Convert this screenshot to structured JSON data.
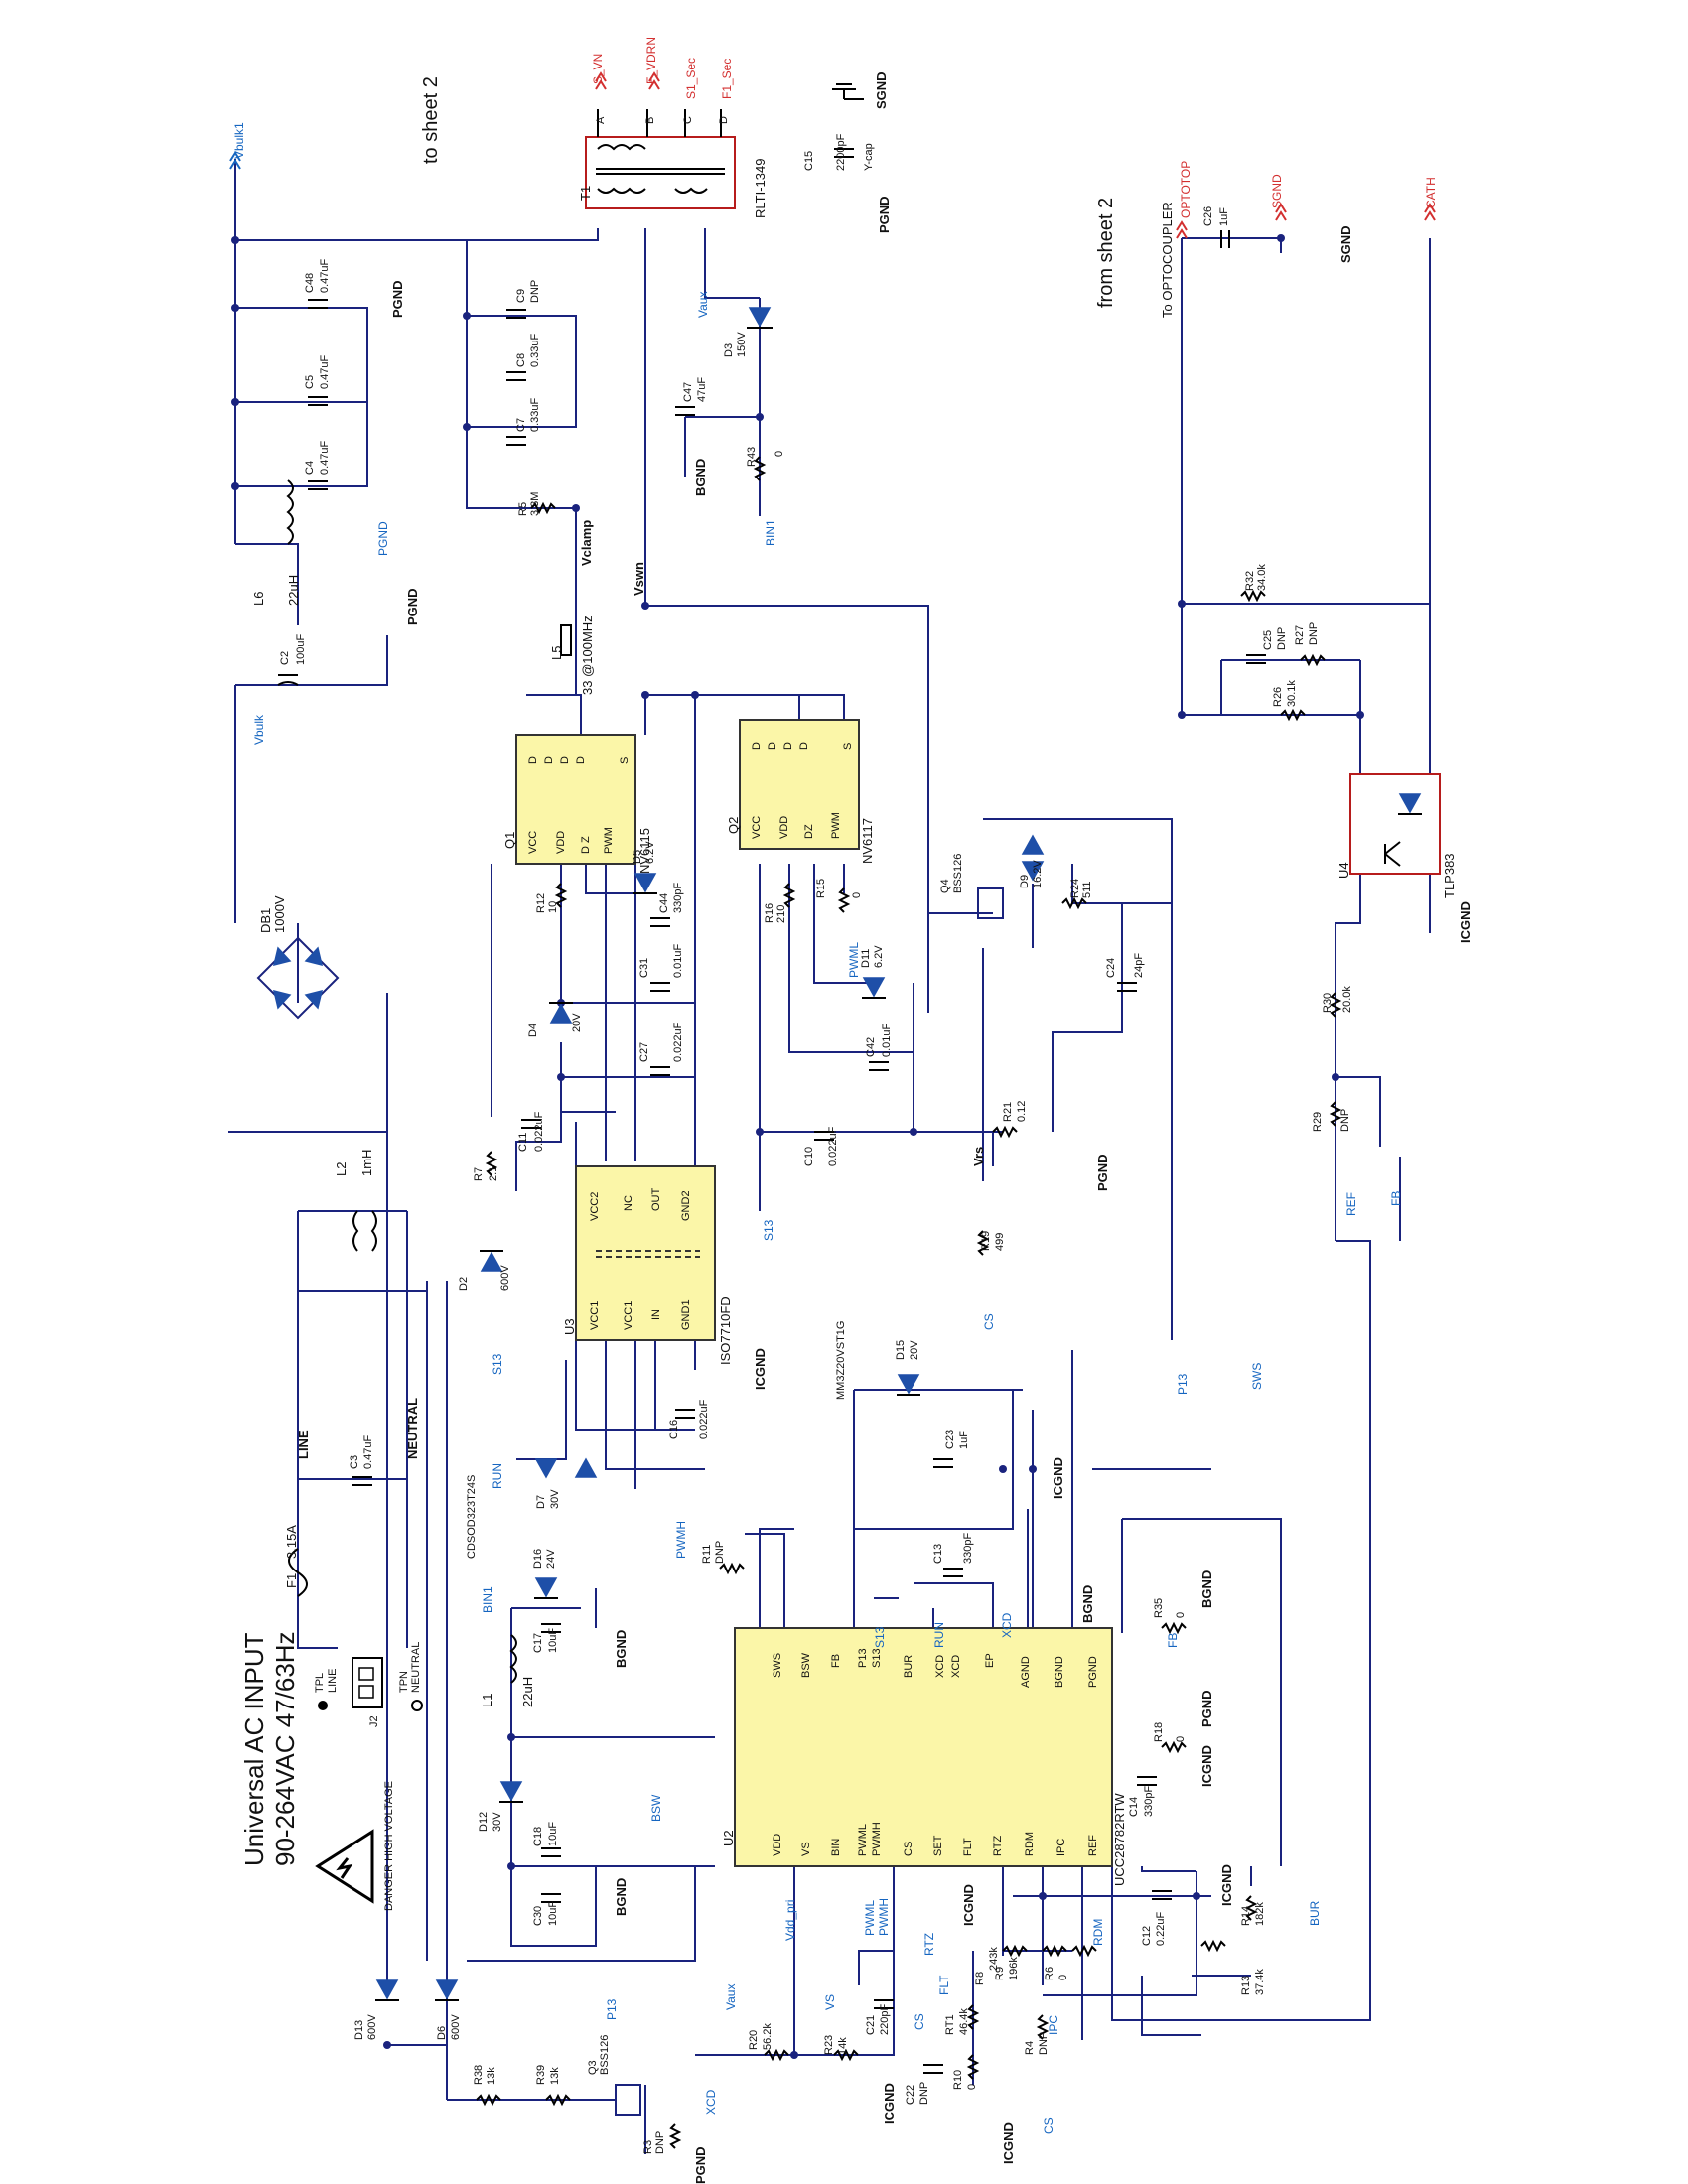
{
  "header": {
    "title": "Universal AC INPUT",
    "subtitle": "90-264VAC 47/63Hz",
    "warning": "DANGER HIGH VOLTAGE",
    "to_sheet": "to sheet 2",
    "from_sheet": "from sheet 2"
  },
  "nets": {
    "s_vn": "S_VN",
    "f_vdrn": "F_VDRN",
    "s1_sec": "S1_Sec",
    "f1_sec": "F1_Sec",
    "sgnd": "SGND",
    "optotop": "OPTOTOP",
    "cath": "CATH",
    "to_optocoupler": "To OPTOCOUPLER",
    "vbulk1": "Vbulk1",
    "vbulk": "Vbulk",
    "pgnd": "PGND",
    "bgnd": "BGND",
    "icgnd": "ICGND",
    "bin1": "BIN1",
    "vaux": "Vaux",
    "vclamp": "Vclamp",
    "vswn": "Vswn",
    "vrs": "Vrs",
    "s13": "S13",
    "cs": "CS",
    "p13": "P13",
    "sws": "SWS",
    "ref": "REF",
    "fb": "FB",
    "run": "RUN",
    "pwmh": "PWMH",
    "pwml": "PWML",
    "bsw": "BSW",
    "xcd": "XCD",
    "rtz": "RTZ",
    "flt": "FLT",
    "rdm": "RDM",
    "ipc": "IPC",
    "bur": "BUR",
    "vs": "VS",
    "vdd_pri": "Vdd_pri",
    "line": "LINE",
    "neutral": "NEUTRAL"
  },
  "components": {
    "T1": {
      "ref": "T1",
      "part": "RLTI-1349"
    },
    "C15": {
      "ref": "C15",
      "value": "2200pF",
      "note": "Y-cap"
    },
    "C26": {
      "ref": "C26",
      "value": "1uF"
    },
    "C48": {
      "ref": "C48",
      "value": "0.47uF"
    },
    "C5": {
      "ref": "C5",
      "value": "0.47uF"
    },
    "C4": {
      "ref": "C4",
      "value": "0.47uF"
    },
    "C9": {
      "ref": "C9",
      "value": "DNP"
    },
    "C8": {
      "ref": "C8",
      "value": "0.33uF"
    },
    "C7": {
      "ref": "C7",
      "value": "0.33uF"
    },
    "R5": {
      "ref": "R5",
      "value": "3.3M"
    },
    "C47": {
      "ref": "C47",
      "value": "47uF"
    },
    "D3": {
      "ref": "D3",
      "value": "150V"
    },
    "R43": {
      "ref": "R43",
      "value": "0"
    },
    "L6": {
      "ref": "L6",
      "value": "22uH"
    },
    "C2": {
      "ref": "C2",
      "value": "100uF"
    },
    "L5": {
      "ref": "L5",
      "value": "33 @100MHz"
    },
    "R32": {
      "ref": "R32",
      "value": "34.0k"
    },
    "C25": {
      "ref": "C25",
      "value": "DNP"
    },
    "R27": {
      "ref": "R27",
      "value": "DNP"
    },
    "R26": {
      "ref": "R26",
      "value": "30.1k"
    },
    "DB1": {
      "ref": "DB1",
      "value": "1000V"
    },
    "Q1": {
      "ref": "Q1",
      "part": "NV6115"
    },
    "Q2": {
      "ref": "Q2",
      "part": "NV6117"
    },
    "U4": {
      "ref": "U4",
      "part": "TLP383"
    },
    "R12": {
      "ref": "R12",
      "value": "10"
    },
    "D5": {
      "ref": "D5",
      "value": "6.2V"
    },
    "C44": {
      "ref": "C44",
      "value": "330pF"
    },
    "C31": {
      "ref": "C31",
      "value": "0.01uF"
    },
    "D4": {
      "ref": "D4",
      "value": "20V"
    },
    "C27": {
      "ref": "C27",
      "value": "0.022uF"
    },
    "R16": {
      "ref": "R16",
      "value": "210"
    },
    "R15": {
      "ref": "R15",
      "value": "0"
    },
    "D11": {
      "ref": "D11",
      "value": "6.2V"
    },
    "C42": {
      "ref": "C42",
      "value": "0.01uF"
    },
    "Q4": {
      "ref": "Q4",
      "part": "BSS126"
    },
    "D9": {
      "ref": "D9",
      "value": "16.2V"
    },
    "R24": {
      "ref": "R24",
      "value": "511"
    },
    "C24": {
      "ref": "C24",
      "value": "24pF"
    },
    "R30": {
      "ref": "R30",
      "value": "20.0k"
    },
    "L2": {
      "ref": "L2",
      "value": "1mH"
    },
    "C11": {
      "ref": "C11",
      "value": "0.022uF"
    },
    "R7": {
      "ref": "R7",
      "value": "2.1"
    },
    "C10": {
      "ref": "C10",
      "value": "0.022uF"
    },
    "R21": {
      "ref": "R21",
      "value": "0.12"
    },
    "R29": {
      "ref": "R29",
      "value": "DNP"
    },
    "D2": {
      "ref": "D2",
      "value": "600V"
    },
    "U3": {
      "ref": "U3",
      "part": "ISO7710FD"
    },
    "R19": {
      "ref": "R19",
      "value": "499"
    },
    "C16": {
      "ref": "C16",
      "value": "0.022uF"
    },
    "D15": {
      "ref": "D15",
      "value": "20V",
      "part": "MM3Z20VST1G"
    },
    "C23": {
      "ref": "C23",
      "value": "1uF"
    },
    "C3": {
      "ref": "C3",
      "value": "0.47uF"
    },
    "D7": {
      "ref": "D7",
      "value": "30V",
      "part": "CDSOD323T24S"
    },
    "F1": {
      "ref": "F1",
      "value": "3.15A"
    },
    "R11": {
      "ref": "R11",
      "value": "DNP"
    },
    "D16": {
      "ref": "D16",
      "value": "24V"
    },
    "C13": {
      "ref": "C13",
      "value": "330pF"
    },
    "C17": {
      "ref": "C17",
      "value": "10uF"
    },
    "L1": {
      "ref": "L1",
      "value": "22uH"
    },
    "R35": {
      "ref": "R35",
      "value": "0"
    },
    "R18": {
      "ref": "R18",
      "value": "0"
    },
    "C14": {
      "ref": "C14",
      "value": "330pF"
    },
    "U2": {
      "ref": "U2",
      "part": "UCC28782RTW"
    },
    "J2": {
      "ref": "J2"
    },
    "TPL": {
      "ref": "TPL",
      "value": "LINE"
    },
    "TPN": {
      "ref": "TPN",
      "value": "NEUTRAL"
    },
    "D12": {
      "ref": "D12",
      "value": "30V"
    },
    "C18": {
      "ref": "C18",
      "value": "10uF"
    },
    "C30": {
      "ref": "C30",
      "value": "10uF"
    },
    "C12": {
      "ref": "C12",
      "value": "0.22uF"
    },
    "R14": {
      "ref": "R14",
      "value": "182k"
    },
    "R13": {
      "ref": "R13",
      "value": "37.4k"
    },
    "D13": {
      "ref": "D13",
      "value": "600V"
    },
    "D6": {
      "ref": "D6",
      "value": "600V"
    },
    "R38": {
      "ref": "R38",
      "value": "13k"
    },
    "R39": {
      "ref": "R39",
      "value": "13k"
    },
    "Q3": {
      "ref": "Q3",
      "part": "BSS126"
    },
    "R3": {
      "ref": "R3",
      "value": "DNP"
    },
    "R20": {
      "ref": "R20",
      "value": "56.2k"
    },
    "R23": {
      "ref": "R23",
      "value": "14k"
    },
    "C21": {
      "ref": "C21",
      "value": "220pF"
    },
    "R8": {
      "ref": "R8",
      "value": "243k"
    },
    "RT1": {
      "ref": "RT1",
      "value": "46.4k"
    },
    "C22": {
      "ref": "C22",
      "value": "DNP"
    },
    "R10": {
      "ref": "R10",
      "value": "0"
    },
    "R9": {
      "ref": "R9",
      "value": "196k"
    },
    "R6": {
      "ref": "R6",
      "value": "0"
    },
    "R4": {
      "ref": "R4",
      "value": "DNP"
    }
  },
  "pins": {
    "q1": [
      "VCC",
      "VDD",
      "D Z",
      "PWM",
      "D",
      "D",
      "D",
      "D",
      "S"
    ],
    "q2": [
      "VCC",
      "VDD",
      "DZ",
      "PWM",
      "D",
      "D",
      "D",
      "D",
      "S"
    ],
    "u3": [
      "VCC2",
      "NC",
      "OUT",
      "GND2",
      "VCC1",
      "VCC1",
      "IN",
      "GND1"
    ],
    "u2_top": [
      "SWS",
      "BSW",
      "FB",
      "P13",
      "S13",
      "BUR",
      "XCD",
      "XCD",
      "EP",
      "AGND",
      "BGND",
      "PGND"
    ],
    "u2_bottom": [
      "VDD",
      "VS",
      "BIN",
      "PWML",
      "PWMH",
      "CS",
      "SET",
      "FLT",
      "RTZ",
      "RDM",
      "IPC",
      "REF"
    ],
    "t1": [
      "A",
      "B",
      "C",
      "D"
    ]
  }
}
